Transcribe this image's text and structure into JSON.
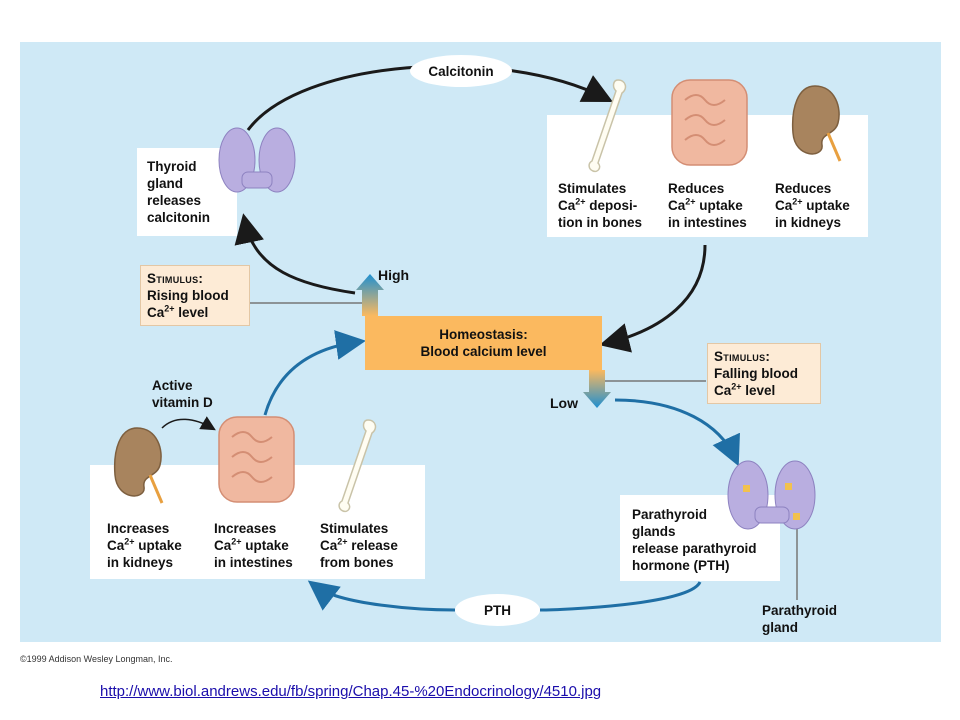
{
  "diagram": {
    "calcitonin_oval": "Calcitonin",
    "pth_oval": "PTH",
    "high_label": "High",
    "low_label": "Low",
    "center": {
      "line1": "Homeostasis:",
      "line2": "Blood calcium level"
    },
    "thyroid_label": "Thyroid\ngland\nreleases\ncalcitonin",
    "stimulus_high": {
      "caption": "Stimulus:",
      "line1": "Rising blood",
      "line2_prefix": "Ca",
      "line2_sup": "2+",
      "line2_suffix": " level"
    },
    "stimulus_low": {
      "caption": "Stimulus:",
      "line1": "Falling blood",
      "line2_prefix": "Ca",
      "line2_sup": "2+",
      "line2_suffix": " level"
    },
    "top_right": {
      "bones": {
        "l1": "Stimulates",
        "l2_prefix": "Ca",
        "l2_sup": "2+",
        "l2_suffix": " deposi-",
        "l3": "tion in bones"
      },
      "intestines": {
        "l1": "Reduces",
        "l2_prefix": "Ca",
        "l2_sup": "2+",
        "l2_suffix": " uptake",
        "l3": "in intestines"
      },
      "kidneys": {
        "l1": "Reduces",
        "l2_prefix": "Ca",
        "l2_sup": "2+",
        "l2_suffix": " uptake",
        "l3": "in kidneys"
      }
    },
    "bottom_left": {
      "kidneys": {
        "l1": "Increases",
        "l2_prefix": "Ca",
        "l2_sup": "2+",
        "l2_suffix": " uptake",
        "l3": "in kidneys"
      },
      "intestines": {
        "l1": "Increases",
        "l2_prefix": "Ca",
        "l2_sup": "2+",
        "l2_suffix": " uptake",
        "l3": "in intestines"
      },
      "bones": {
        "l1": "Stimulates",
        "l2_prefix": "Ca",
        "l2_sup": "2+",
        "l2_suffix": " release",
        "l3": "from bones"
      }
    },
    "vitamin_d_label": "Active\nvitamin D",
    "parathyroid_label": "Parathyroid\nglands\nrelease parathyroid\nhormone (PTH)",
    "parathyroid_gland_label": "Parathyroid\ngland",
    "credit": "©1999 Addison Wesley Longman, Inc.",
    "source_url": "http://www.biol.andrews.edu/fb/spring/Chap.45-%20Endocrinology/4510.jpg"
  },
  "colors": {
    "background": "#cfe9f6",
    "center_box": "#fbb95f",
    "stimulus_box": "#fdebd6",
    "arrow_dark": "#1a1a1a",
    "arrow_blue": "#1f6fa5",
    "thyroid": "#b9aee0",
    "kidney": "#a8845e",
    "intestine": "#f0b8a0"
  }
}
